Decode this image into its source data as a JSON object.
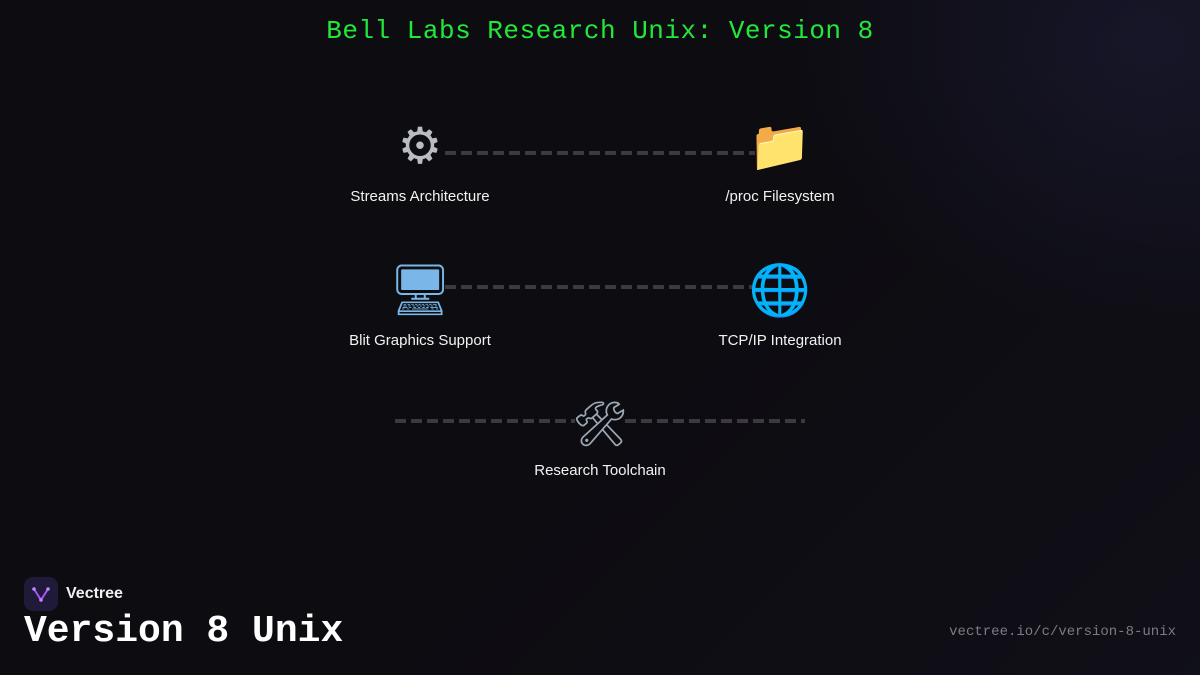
{
  "title": "Bell Labs Research Unix: Version 8",
  "nodes": [
    {
      "label": "Streams Architecture",
      "icon": "gear-icon",
      "glyph": "⚙"
    },
    {
      "label": "/proc Filesystem",
      "icon": "folder-icon",
      "glyph": "📁"
    },
    {
      "label": "Blit Graphics Support",
      "icon": "monitor-icon",
      "glyph": "🖥"
    },
    {
      "label": "TCP/IP Integration",
      "icon": "globe-icon",
      "glyph": "🌐"
    },
    {
      "label": "Research Toolchain",
      "icon": "tools-icon",
      "glyph": "🛠"
    }
  ],
  "brand": {
    "name": "Vectree",
    "icon": "vectree-logo-icon"
  },
  "footer": {
    "title": "Version 8 Unix",
    "url": "vectree.io/c/version-8-unix"
  },
  "colors": {
    "title": "#22e83a",
    "background": "#0d0c11",
    "connector": "#3a3a40",
    "logo_bg": "#1f1a3a",
    "logo_accent": "#a855f7"
  }
}
